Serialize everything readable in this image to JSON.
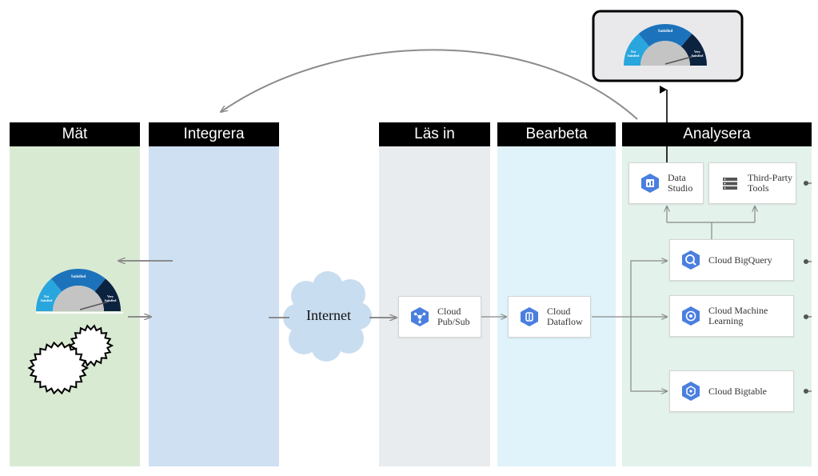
{
  "columns": {
    "mat": "Mät",
    "integrera": "Integrera",
    "las_in": "Läs in",
    "bearbeta": "Bearbeta",
    "analysera": "Analysera"
  },
  "internet": "Internet",
  "services": {
    "pubsub": "Cloud\nPub/Sub",
    "dataflow": "Cloud\nDataflow",
    "datastudio": "Data\nStudio",
    "thirdparty": "Third-Party\nTools",
    "bigquery": "Cloud BigQuery",
    "ml": "Cloud Machine\nLearning",
    "bigtable": "Cloud Bigtable"
  },
  "gauge": {
    "left": "Not\nSatisfied",
    "top": "Satisfied",
    "right": "Very\nSatisfied"
  },
  "colors": {
    "mat": "#d9ead3",
    "integrera": "#cfe0f3",
    "las_in": "#e8ecef",
    "bearbeta": "#e0f3fa",
    "analysera": "#e3f2ea",
    "icon": "#4a7fe0",
    "cloud": "#c9ddf0",
    "arrow": "#8c8c8c"
  }
}
